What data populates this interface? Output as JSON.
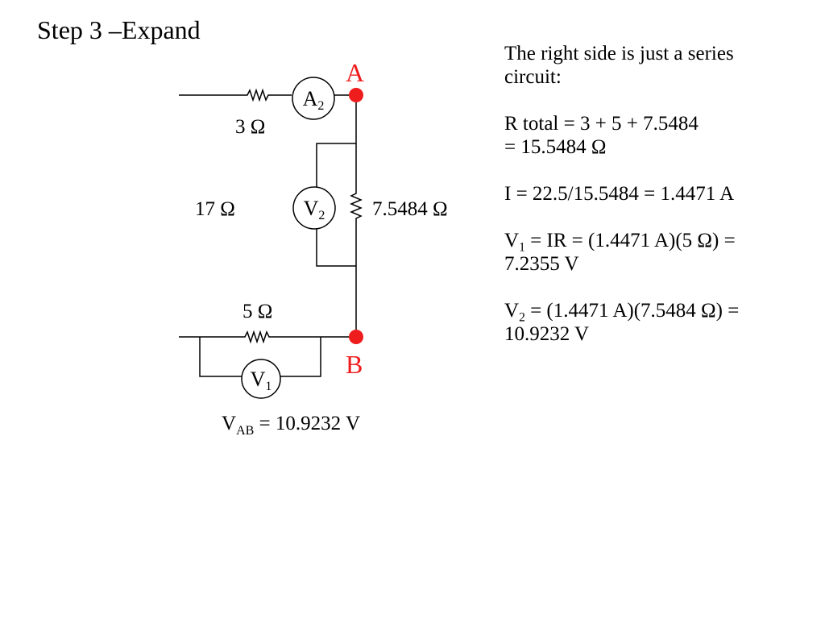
{
  "slide": {
    "title": "Step 3 –Expand"
  },
  "diagram": {
    "resistors": {
      "r3_label": "3 Ω",
      "r17_label": "17 Ω",
      "r_eq_label": "7.5484 Ω",
      "r5_label": "5 Ω"
    },
    "meters": {
      "ammeter": {
        "letter": "A",
        "sub": "2"
      },
      "voltmeter_2": {
        "letter": "V",
        "sub": "2"
      },
      "voltmeter_1": {
        "letter": "V",
        "sub": "1"
      }
    },
    "nodes": {
      "a_label": "A",
      "b_label": "B",
      "color": "#ee1c1c"
    },
    "vab": {
      "letter": "V",
      "sub": "AB",
      "value_text": " = 10.9232 V"
    }
  },
  "notes": {
    "series": {
      "line1": "The right side is just a series",
      "line2": "circuit:"
    },
    "rtotal": {
      "line1": "R total = 3 + 5 + 7.5484",
      "line2": "= 15.5484 Ω"
    },
    "current": "I = 22.5/15.5484 = 1.4471 A",
    "v1": {
      "letter": "V",
      "sub": "1",
      "rest": " = IR = (1.4471 A)(5 Ω) =",
      "line2": "7.2355 V"
    },
    "v2": {
      "letter": "V",
      "sub": "2",
      "rest": " = (1.4471 A)(7.5484 Ω) =",
      "line2": "10.9232 V"
    }
  }
}
